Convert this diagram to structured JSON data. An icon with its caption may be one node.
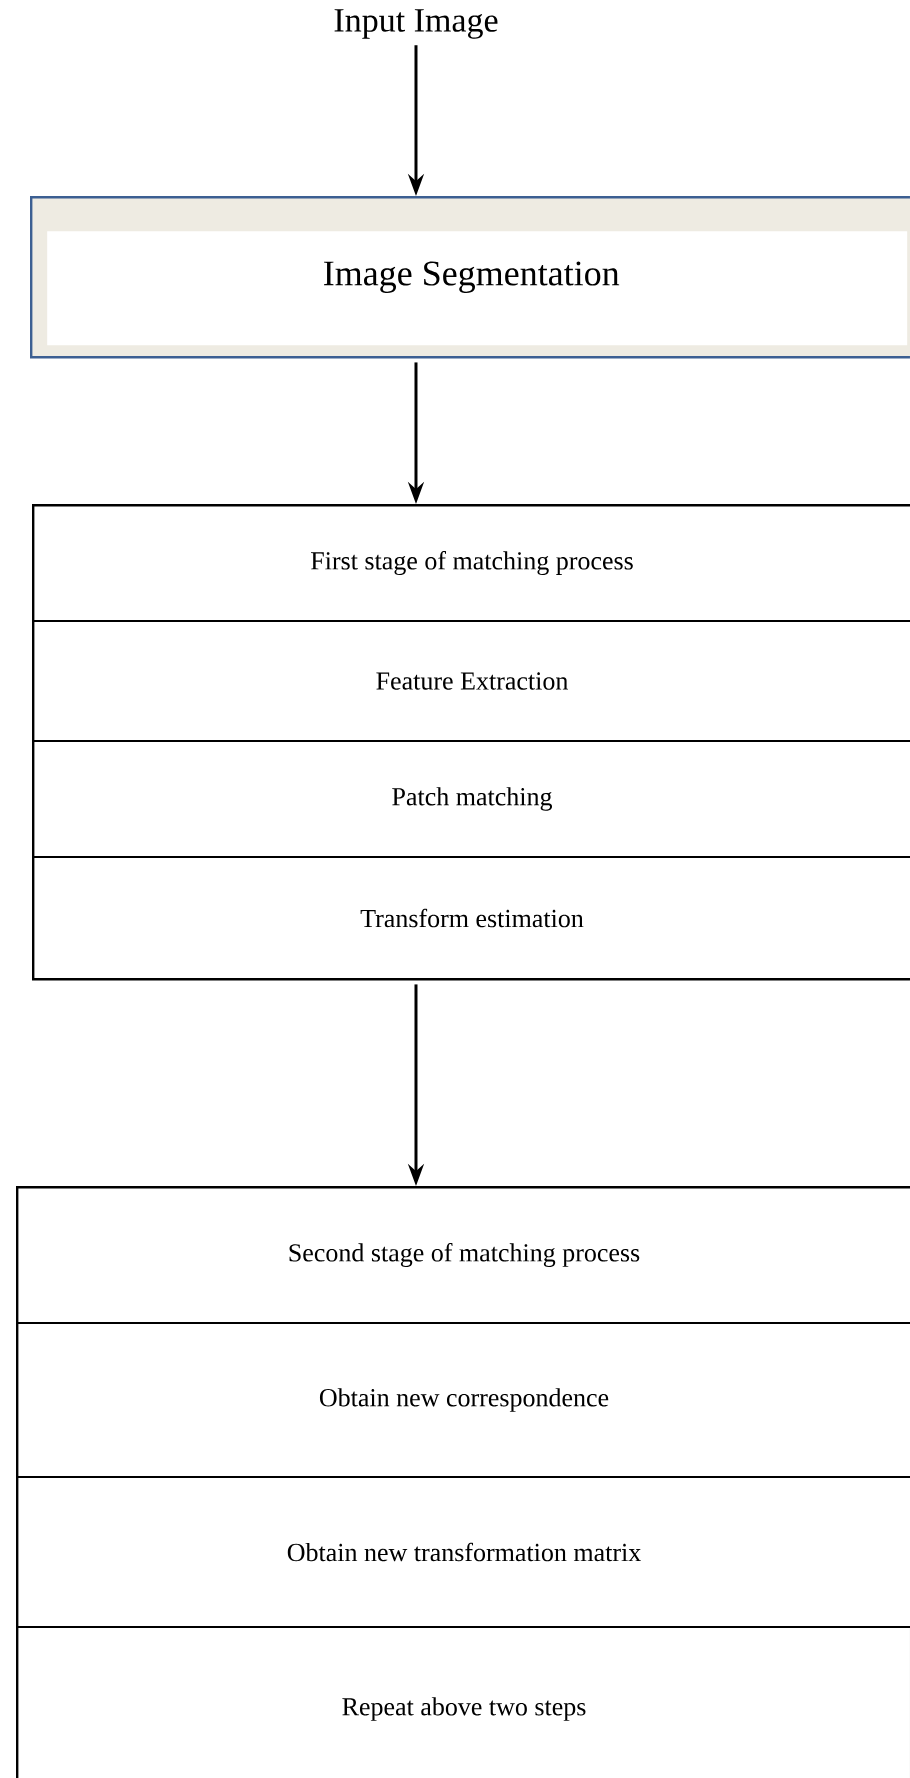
{
  "diagram": {
    "nodes": [
      {
        "text": [
          "Input Image"
        ]
      },
      {
        "text": [
          "Image Segmentation"
        ]
      },
      {
        "text": [],
        "shape": "box"
      },
      {
        "text": [
          "First stage of matching process"
        ],
        "in": 2
      },
      {
        "text": [
          "Feature Extraction"
        ],
        "in": 2
      },
      {
        "text": [
          "Patch matching"
        ],
        "in": 2
      },
      {
        "text": [
          "Transform estimation"
        ],
        "in": 2
      },
      {
        "text": [],
        "shape": "box"
      },
      {
        "text": [
          "Second stage of matching process"
        ],
        "in": 7
      },
      {
        "text": [
          "Obtain new correspondence"
        ],
        "in": 7
      },
      {
        "text": [
          "Obtain new transformation matrix"
        ],
        "in": 7
      },
      {
        "text": [
          "Repeat above two steps"
        ],
        "in": 7
      }
    ],
    "edges": [
      {
        "from": 0,
        "to": 1,
        "arrow": "to"
      },
      {
        "from": 1,
        "to": 2,
        "arrow": "to"
      },
      {
        "from": 2,
        "to": 7,
        "arrow": "to"
      }
    ]
  }
}
